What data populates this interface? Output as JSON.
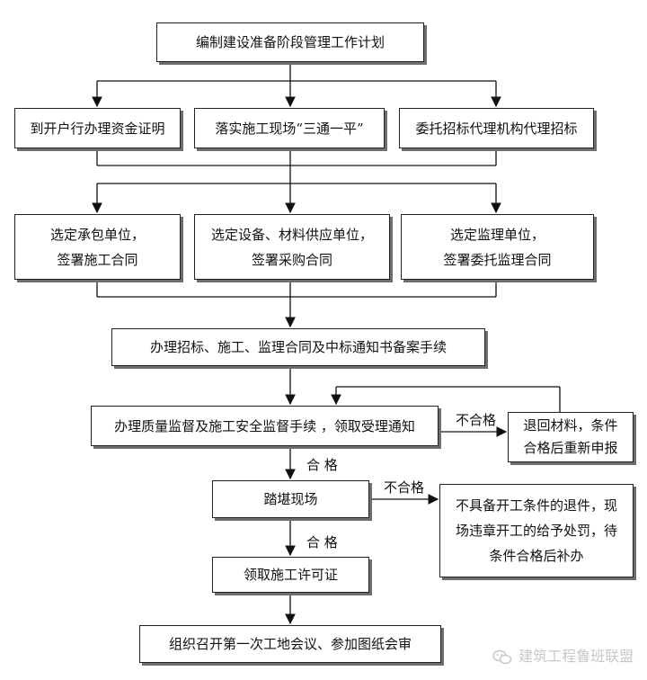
{
  "step1": "编制建设准备阶段管理工作计划",
  "row1": {
    "a": "到开户行办理资金证明",
    "b": "落实施工现场“三通一平”",
    "c": "委托招标代理机构代理招标"
  },
  "row2": {
    "a": [
      "选定承包单位，",
      "签署施工合同"
    ],
    "b": [
      "选定设备、材料供应单位，",
      "签署采购合同"
    ],
    "c": [
      "选定监理单位，",
      "签署委托监理合同"
    ]
  },
  "step3": "办理招标、施工、监理合同及中标通知书备案手续",
  "step4": "办理质量监督及施工安全监督手续 ，领取受理通知",
  "reject1": [
    "退回材料，条件",
    "合格后重新申报"
  ],
  "step5": "踏堪现场",
  "reject2": [
    "不具备开工条件的退件，现",
    "场违章开工的给予处罚，待",
    "条件合格后补办"
  ],
  "step6": "领取施工许可证",
  "step7": "组织召开第一次工地会议、参加图纸会审",
  "labels": {
    "fail1": "不合格",
    "pass1": "合 格",
    "fail2": "不合格",
    "pass2": "合 格"
  },
  "watermark": "建筑工程鲁班联盟",
  "watermark_icon": "wechat-icon"
}
